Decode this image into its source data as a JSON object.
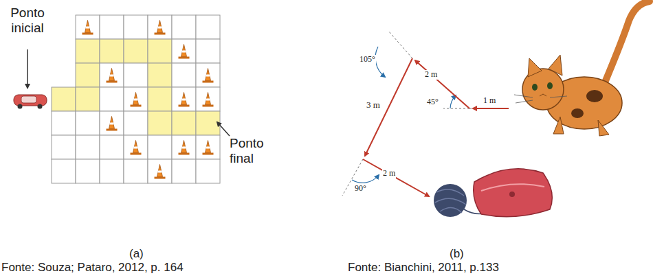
{
  "diagram": {
    "labels": [
      "Ponto inicial",
      "Ponto final",
      "105°",
      "2 m",
      "45°",
      "1 m",
      "3 m",
      "2 m",
      "90°",
      "(a)",
      "Fonte: Souza; Pataro, 2012, p. 164",
      "(b)",
      "Fonte: Bianchini, 2011, p.133"
    ]
  }
}
